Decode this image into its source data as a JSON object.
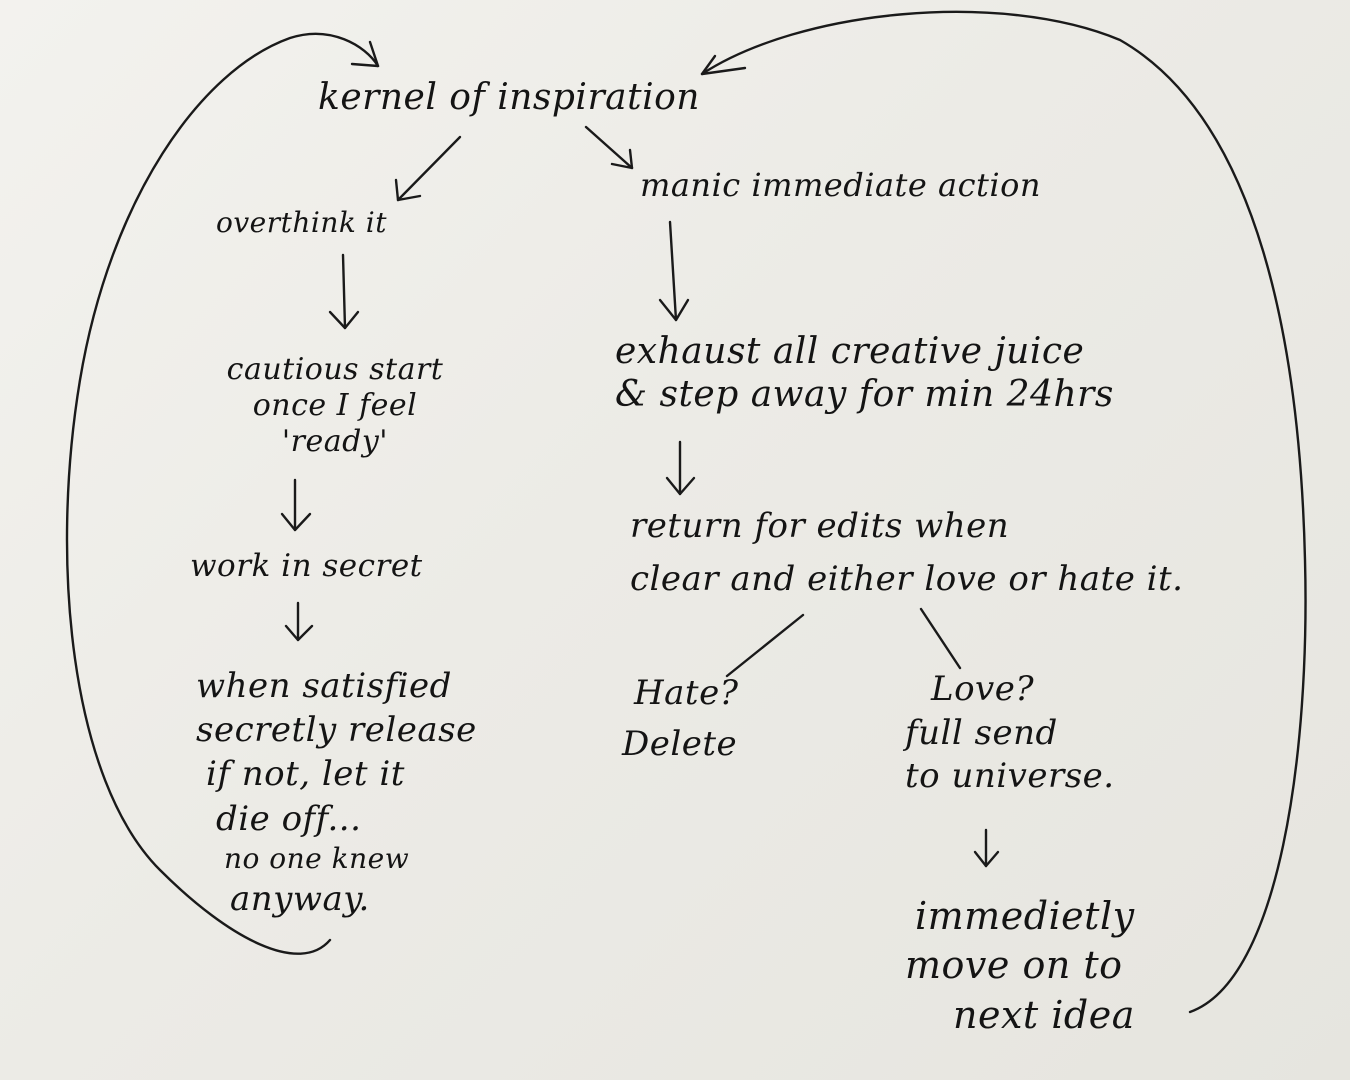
{
  "nodes": {
    "kernel": "kernel of inspiration",
    "overthink": "overthink it",
    "manic": "manic immediate action",
    "cautious": [
      "cautious start",
      "once I feel",
      "'ready'"
    ],
    "exhaust": [
      "exhaust all creative juice",
      "& step away for min 24hrs"
    ],
    "secret": "work in secret",
    "return": [
      "return for edits when",
      "clear and either love or hate it."
    ],
    "satisfied": [
      "when satisfied",
      "secretly release",
      "if not, let it",
      "die off...",
      "no one knew",
      "anyway."
    ],
    "hate": [
      "Hate?",
      "Delete"
    ],
    "love": [
      "Love?",
      "full send",
      "to universe."
    ],
    "immediately": [
      "immedietly",
      "move on to",
      "next idea"
    ]
  }
}
